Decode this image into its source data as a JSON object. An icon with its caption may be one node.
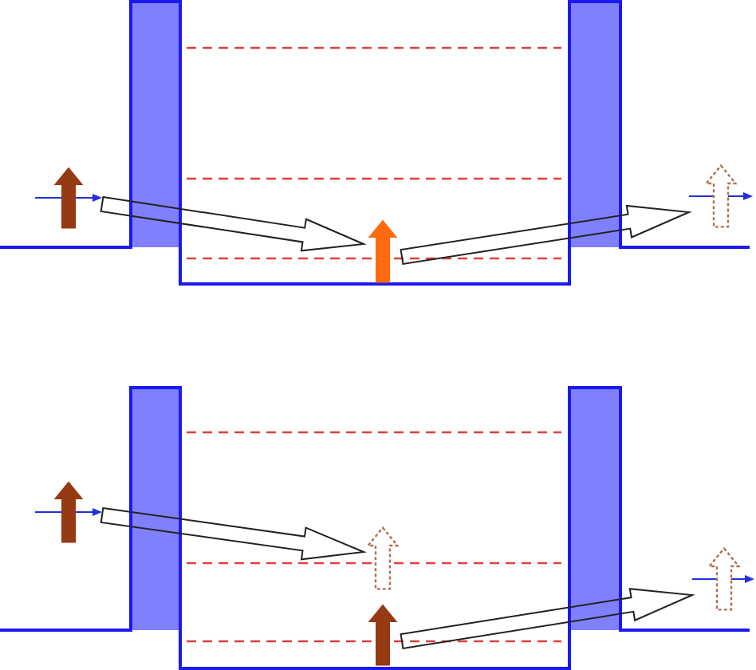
{
  "diagram": {
    "nodes": [
      {
        "text": [],
        "shape": "arrow"
      },
      {
        "text": [],
        "shape": "arrow"
      },
      {
        "text": [],
        "shape": "arrow"
      },
      {
        "text": [],
        "shape": "arrow"
      },
      {
        "text": [],
        "shape": "arrow"
      },
      {
        "text": [],
        "shape": "arrow"
      },
      {
        "text": [],
        "shape": "arrow"
      }
    ],
    "edges": [
      {
        "from": 0,
        "to": 1,
        "arrow": "to"
      },
      {
        "from": 1,
        "to": 2,
        "arrow": "to"
      },
      {
        "from": 3,
        "to": 4,
        "arrow": "to"
      },
      {
        "from": 5,
        "to": 6,
        "arrow": "to"
      }
    ]
  }
}
